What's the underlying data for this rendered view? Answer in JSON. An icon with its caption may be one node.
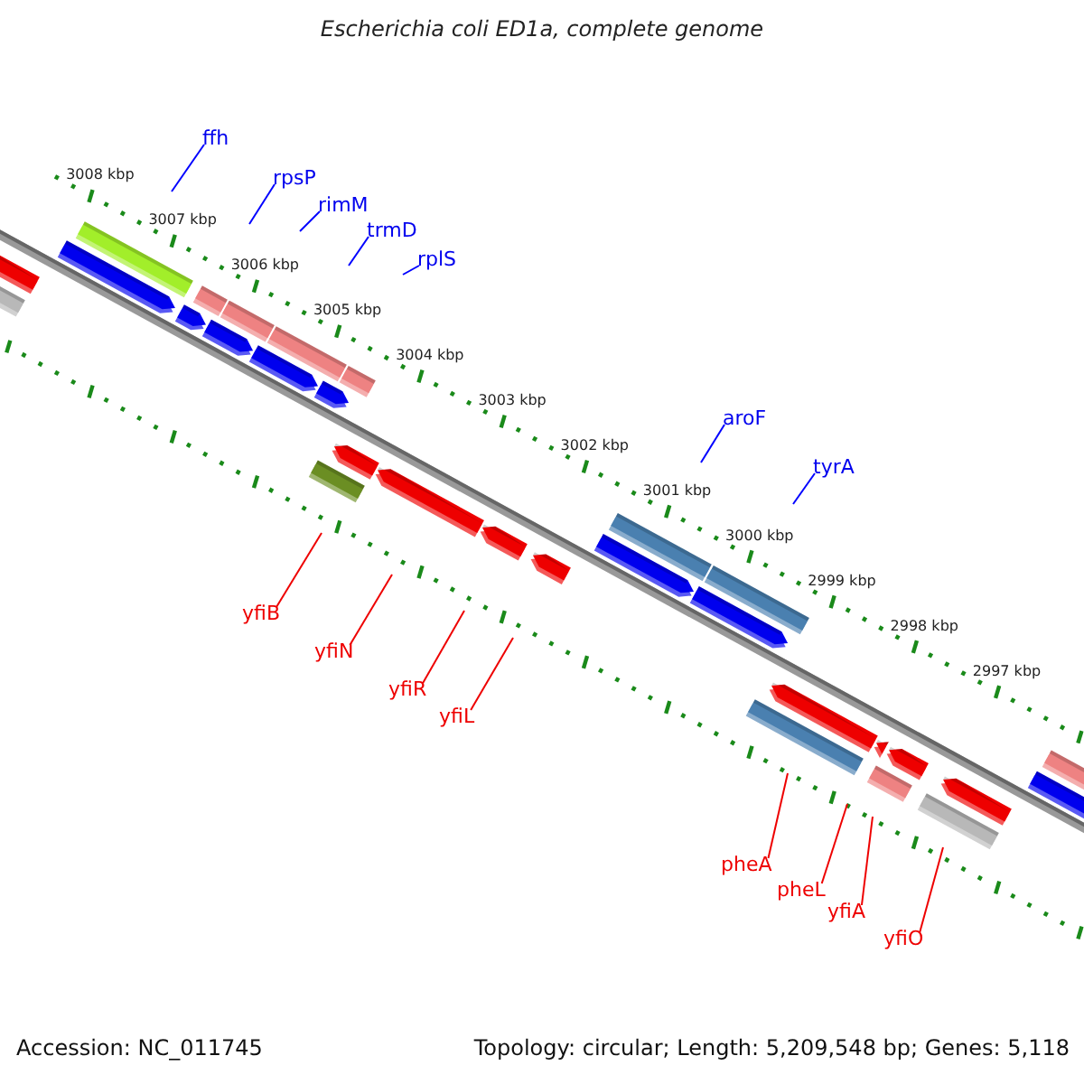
{
  "diagram": {
    "title": "Escherichia coli ED1a, complete genome",
    "nodes": [
      {
        "text": [
          "ffh"
        ]
      },
      {
        "text": [
          "rpsP"
        ]
      },
      {
        "text": [
          "rimM"
        ]
      },
      {
        "text": [
          "trmD"
        ]
      },
      {
        "text": [
          "rplS"
        ]
      },
      {
        "text": [
          "aroF"
        ]
      },
      {
        "text": [
          "tyrA"
        ]
      },
      {
        "text": [
          "yfiB"
        ]
      },
      {
        "text": [
          "yfiN"
        ]
      },
      {
        "text": [
          "yfiR"
        ]
      },
      {
        "text": [
          "yfiL"
        ]
      },
      {
        "text": [
          "pheA"
        ]
      },
      {
        "text": [
          "pheL"
        ]
      },
      {
        "text": [
          "yfiA"
        ]
      },
      {
        "text": [
          "yfiO"
        ]
      }
    ],
    "edges": [
      {
        "from": 0,
        "to": null,
        "arrow": "none",
        "color": "#0000ff"
      },
      {
        "from": 1,
        "to": null,
        "arrow": "none",
        "color": "#0000ff"
      },
      {
        "from": 2,
        "to": null,
        "arrow": "none",
        "color": "#0000ff"
      },
      {
        "from": 3,
        "to": null,
        "arrow": "none",
        "color": "#0000ff"
      },
      {
        "from": 4,
        "to": null,
        "arrow": "none",
        "color": "#0000ff"
      },
      {
        "from": 5,
        "to": null,
        "arrow": "none",
        "color": "#0000ff"
      },
      {
        "from": 6,
        "to": null,
        "arrow": "none",
        "color": "#0000ff"
      },
      {
        "from": 7,
        "to": null,
        "arrow": "none"
      },
      {
        "from": 8,
        "to": null,
        "arrow": "none"
      },
      {
        "from": 9,
        "to": null,
        "arrow": "none"
      },
      {
        "from": 10,
        "to": null,
        "arrow": "none"
      },
      {
        "from": 11,
        "to": null,
        "arrow": "none"
      },
      {
        "from": 12,
        "to": null,
        "arrow": "none"
      },
      {
        "from": 13,
        "to": null,
        "arrow": "none"
      },
      {
        "from": 14,
        "to": null,
        "arrow": "none"
      }
    ],
    "labels": [
      "3008 kbp",
      "3007 kbp",
      "3006 kbp",
      "3005 kbp",
      "3004 kbp",
      "3003 kbp",
      "3002 kbp",
      "3001 kbp",
      "3000 kbp",
      "2999 kbp",
      "2998 kbp",
      "2997 kbp",
      "Accession: NC_011745",
      "Topology: circular; Length: 5,209,548 bp; Genes: 5,118"
    ]
  }
}
